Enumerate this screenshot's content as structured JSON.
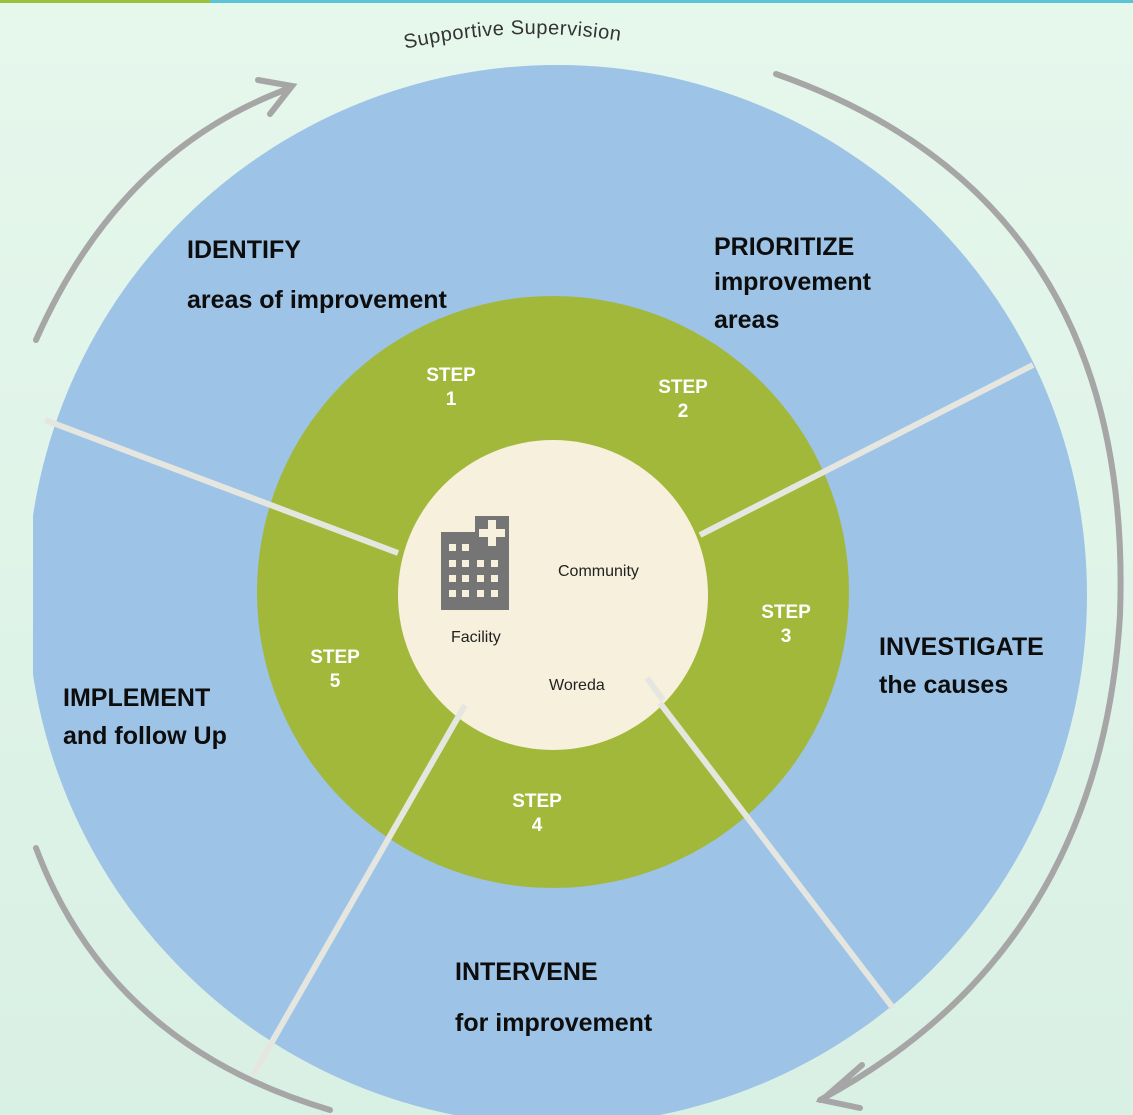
{
  "diagram": {
    "title": "Supportive Supervision",
    "steps": [
      {
        "step": "STEP",
        "num": "1",
        "action": "IDENTIFY",
        "detail": "areas of improvement"
      },
      {
        "step": "STEP",
        "num": "2",
        "action": "PRIORITIZE",
        "detail1": "improvement",
        "detail2": "areas"
      },
      {
        "step": "STEP",
        "num": "3",
        "action": "INVESTIGATE",
        "detail": "the causes"
      },
      {
        "step": "STEP",
        "num": "4",
        "action": "INTERVENE",
        "detail": "for improvement"
      },
      {
        "step": "STEP",
        "num": "5",
        "action": "IMPLEMENT",
        "detail": "and follow Up"
      }
    ],
    "center": {
      "facility": "Facility",
      "community": "Community",
      "woreda": "Woreda",
      "icon": "hospital-building-icon"
    },
    "colors": {
      "outer_ring": "#9dc3e6",
      "middle_ring": "#a2b83a",
      "center": "#f6f0dc",
      "arrows": "#a6a6a6",
      "dividers": "#e6e6e0"
    }
  }
}
